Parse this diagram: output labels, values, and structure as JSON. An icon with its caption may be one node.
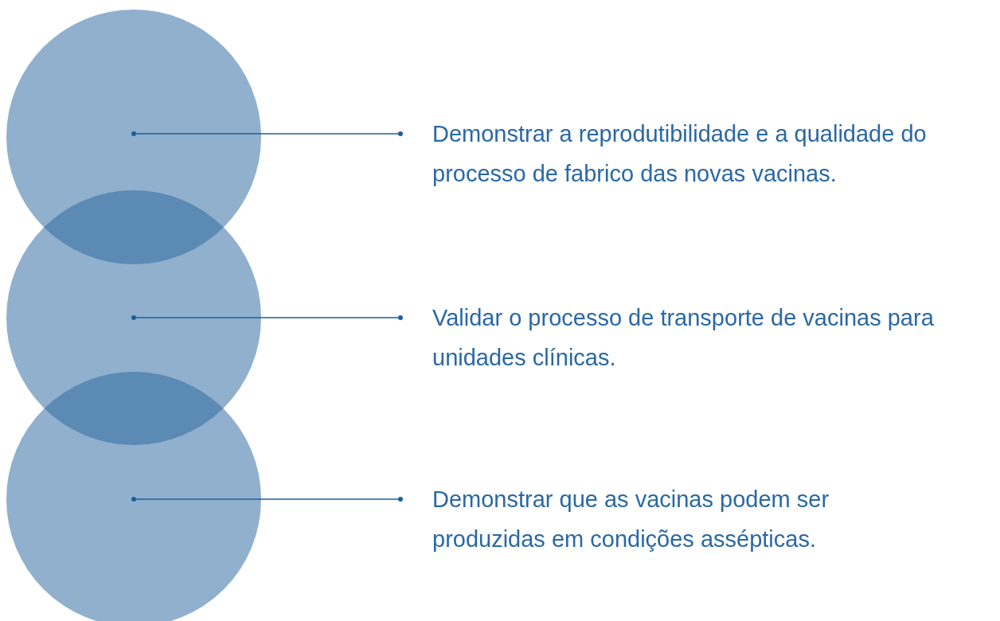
{
  "diagram": {
    "nodes": [
      {
        "text": [],
        "shape": "circle"
      },
      {
        "text": [],
        "shape": "circle"
      },
      {
        "text": [],
        "shape": "circle"
      },
      {
        "text": [
          "Demonstrar a reprodutibilidade e a qualidade do processo de fabrico das novas vacinas."
        ]
      },
      {
        "text": [
          "Validar o processo de transporte de vacinas para unidades clínicas."
        ]
      },
      {
        "text": [
          "Demonstrar que as vacinas podem ser produzidas em condições assépticas."
        ]
      }
    ],
    "edges": [
      {
        "from": 3,
        "to": 0,
        "arrow": "other"
      },
      {
        "from": 4,
        "to": 1,
        "arrow": "other"
      },
      {
        "from": 5,
        "to": 2,
        "arrow": "other"
      }
    ]
  }
}
